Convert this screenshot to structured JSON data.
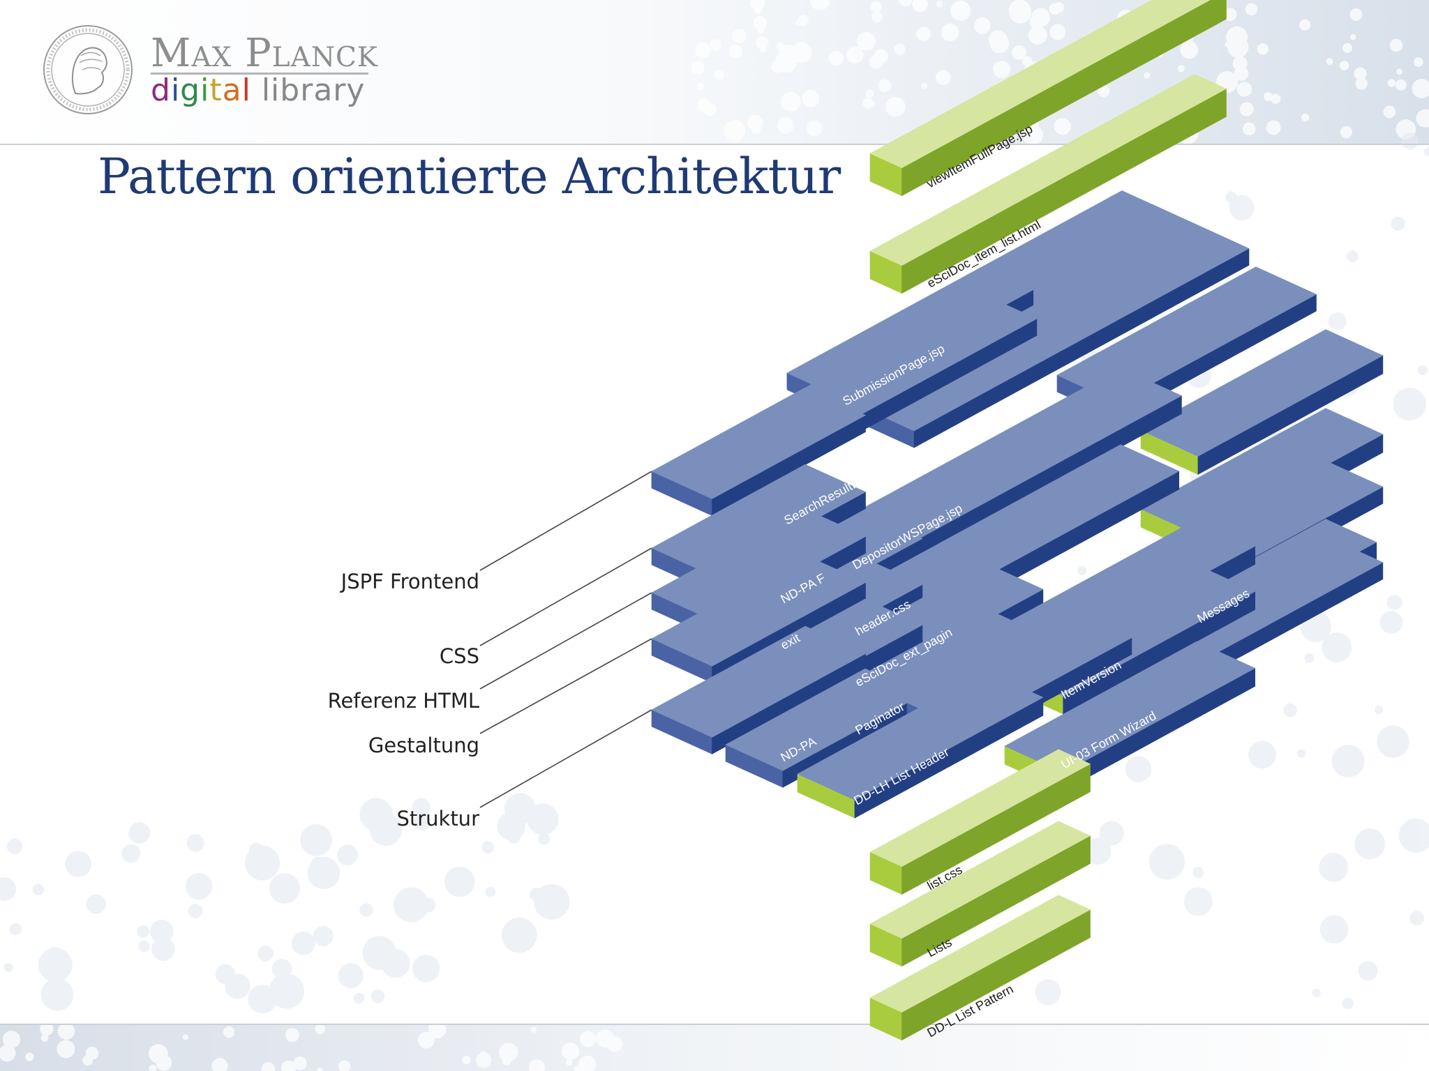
{
  "logo": {
    "line1": "Max Planck",
    "line2_letters": [
      {
        "ch": "d",
        "color": "#8f2a7a"
      },
      {
        "ch": "i",
        "color": "#2a4f9a"
      },
      {
        "ch": "g",
        "color": "#2f8a4a"
      },
      {
        "ch": "i",
        "color": "#3d9a3a"
      },
      {
        "ch": "t",
        "color": "#c7a12b"
      },
      {
        "ch": "a",
        "color": "#d36f1f"
      },
      {
        "ch": "l",
        "color": "#c23b28"
      },
      {
        "ch": " ",
        "color": "#888888"
      },
      {
        "ch": "l",
        "color": "#888888"
      },
      {
        "ch": "i",
        "color": "#888888"
      },
      {
        "ch": "b",
        "color": "#888888"
      },
      {
        "ch": "r",
        "color": "#888888"
      },
      {
        "ch": "a",
        "color": "#888888"
      },
      {
        "ch": "r",
        "color": "#888888"
      },
      {
        "ch": "y",
        "color": "#888888"
      }
    ]
  },
  "title": "Pattern orientierte Architektur",
  "layer_labels": [
    "JSPF Frontend",
    "CSS",
    "Referenz HTML",
    "Gestaltung",
    "Struktur"
  ],
  "block_labels": {
    "view_item": "viewItemFullPage.jsp",
    "item_list": "eSciDoc_item_list.html",
    "submission": "SubmissionPage.jsp",
    "search_result": "SearchResultListPage.jsp",
    "depositor": "DepositorWSPage.jsp",
    "ndpa_top": "ND-PA F",
    "header_css": "header.css",
    "exit": "exit",
    "ext_pagin": "eSciDoc_ext_pagin",
    "paginator": "Paginator",
    "ndpa_bottom": "ND-PA",
    "list_header": "DD-LH List Header",
    "item_version": "ItemVersion",
    "messages": "Messages",
    "form_wizard": "UI-03 Form Wizard",
    "list_css": "list.css",
    "lists": "Lists",
    "list_pattern": "DD-L List Pattern"
  },
  "colors": {
    "title": "#1f3a74",
    "blue_top": "#7b8fbc",
    "blue_side": "#4a63a4",
    "blue_dark": "#233f84",
    "green_top": "#d6e5a0",
    "green_side": "#a9cc3e",
    "green_dark": "#7ea42a"
  }
}
